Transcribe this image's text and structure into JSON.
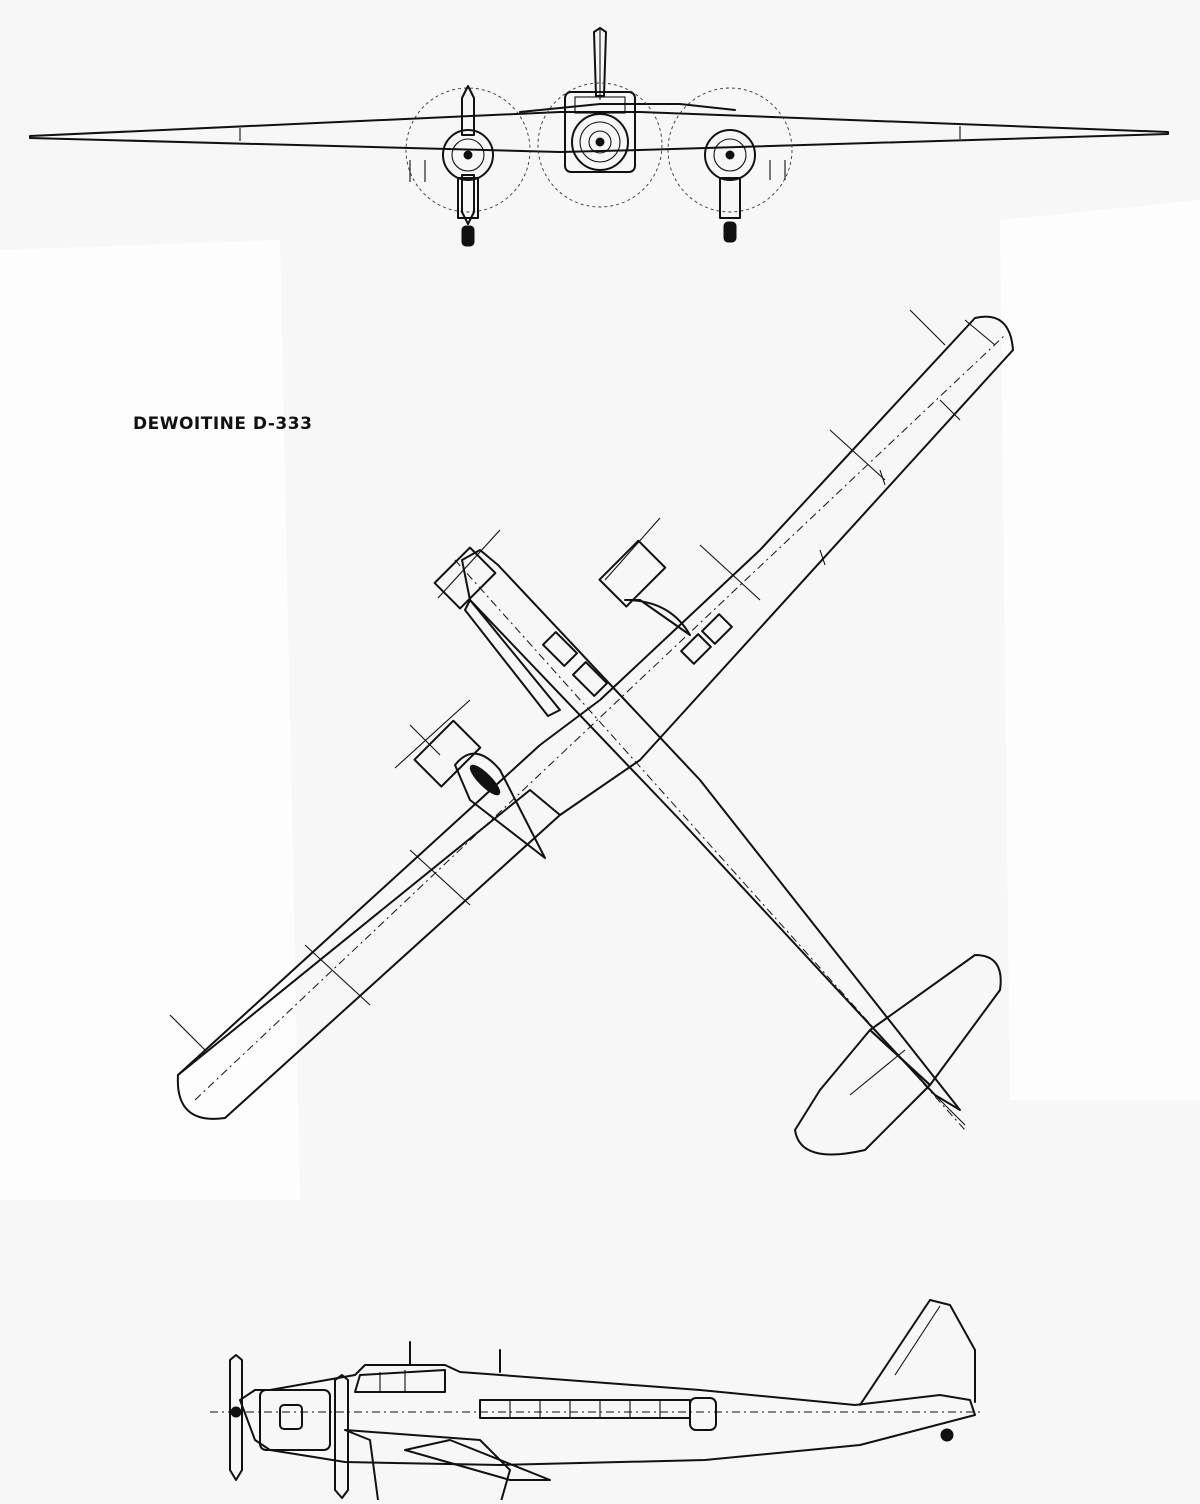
{
  "drawing": {
    "title": "DEWOITINE D-333",
    "views": [
      "front-view",
      "plan-view",
      "side-view"
    ],
    "colors": {
      "ink": "#111111",
      "paper": "#f7f7f7"
    }
  }
}
